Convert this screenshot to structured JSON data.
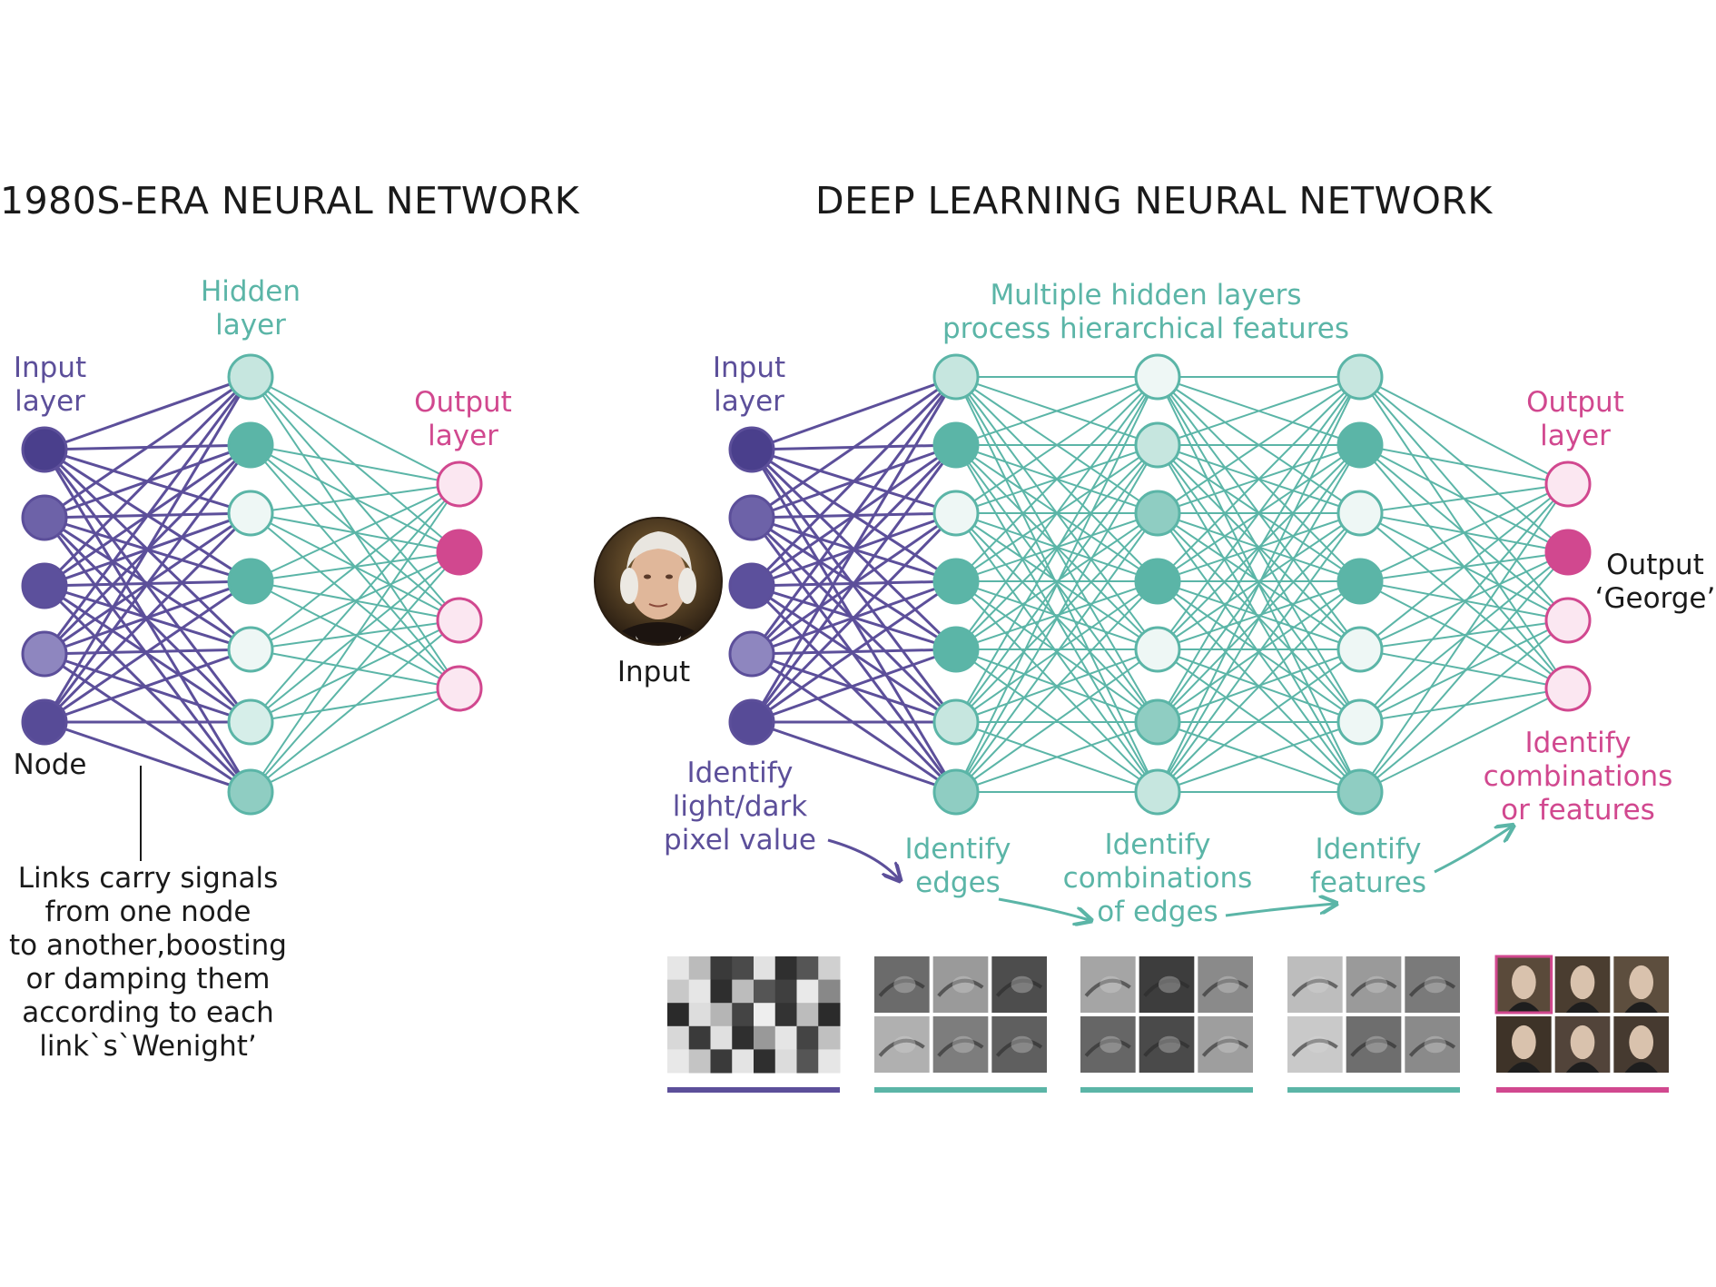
{
  "left": {
    "title": "1980S-ERA NEURAL NETWORK",
    "input_label": [
      "Input",
      "layer"
    ],
    "hidden_label": [
      "Hidden",
      "layer"
    ],
    "output_label": [
      "Output",
      "layer"
    ],
    "node_label": "Node",
    "links_caption": [
      "Links carry signals",
      "from one node",
      "to another,boosting",
      "or damping them",
      "according to each",
      "link`s`Wenight’"
    ]
  },
  "right": {
    "title": "DEEP LEARNING NEURAL NETWORK",
    "hidden_label": [
      "Multiple hidden layers",
      "process hierarchical features"
    ],
    "input_label": [
      "Input",
      "layer"
    ],
    "output_label": [
      "Output",
      "layer"
    ],
    "input_image_label": "Input",
    "output_text": [
      "Output",
      "‘George’"
    ],
    "stage_labels": {
      "pixel": [
        "Identify",
        "light/dark",
        "pixel value"
      ],
      "edges": [
        "Identify",
        "edges"
      ],
      "combos": [
        "Identify",
        "combinations",
        "of edges"
      ],
      "features": [
        "Identify",
        "features"
      ],
      "combo_features": [
        "Identify",
        "combinations",
        "or features"
      ]
    },
    "portrait_icon": "george-washington-portrait",
    "thumbnail_icons": [
      "pixel-grid-thumbnail",
      "edges-thumbnail",
      "edge-combinations-thumbnail",
      "features-thumbnail",
      "faces-thumbnail"
    ]
  },
  "colors": {
    "purple": "#5c4f9a",
    "teal": "#5bb5a7",
    "pink": "#d1488f",
    "text": "#1a1a1a"
  }
}
